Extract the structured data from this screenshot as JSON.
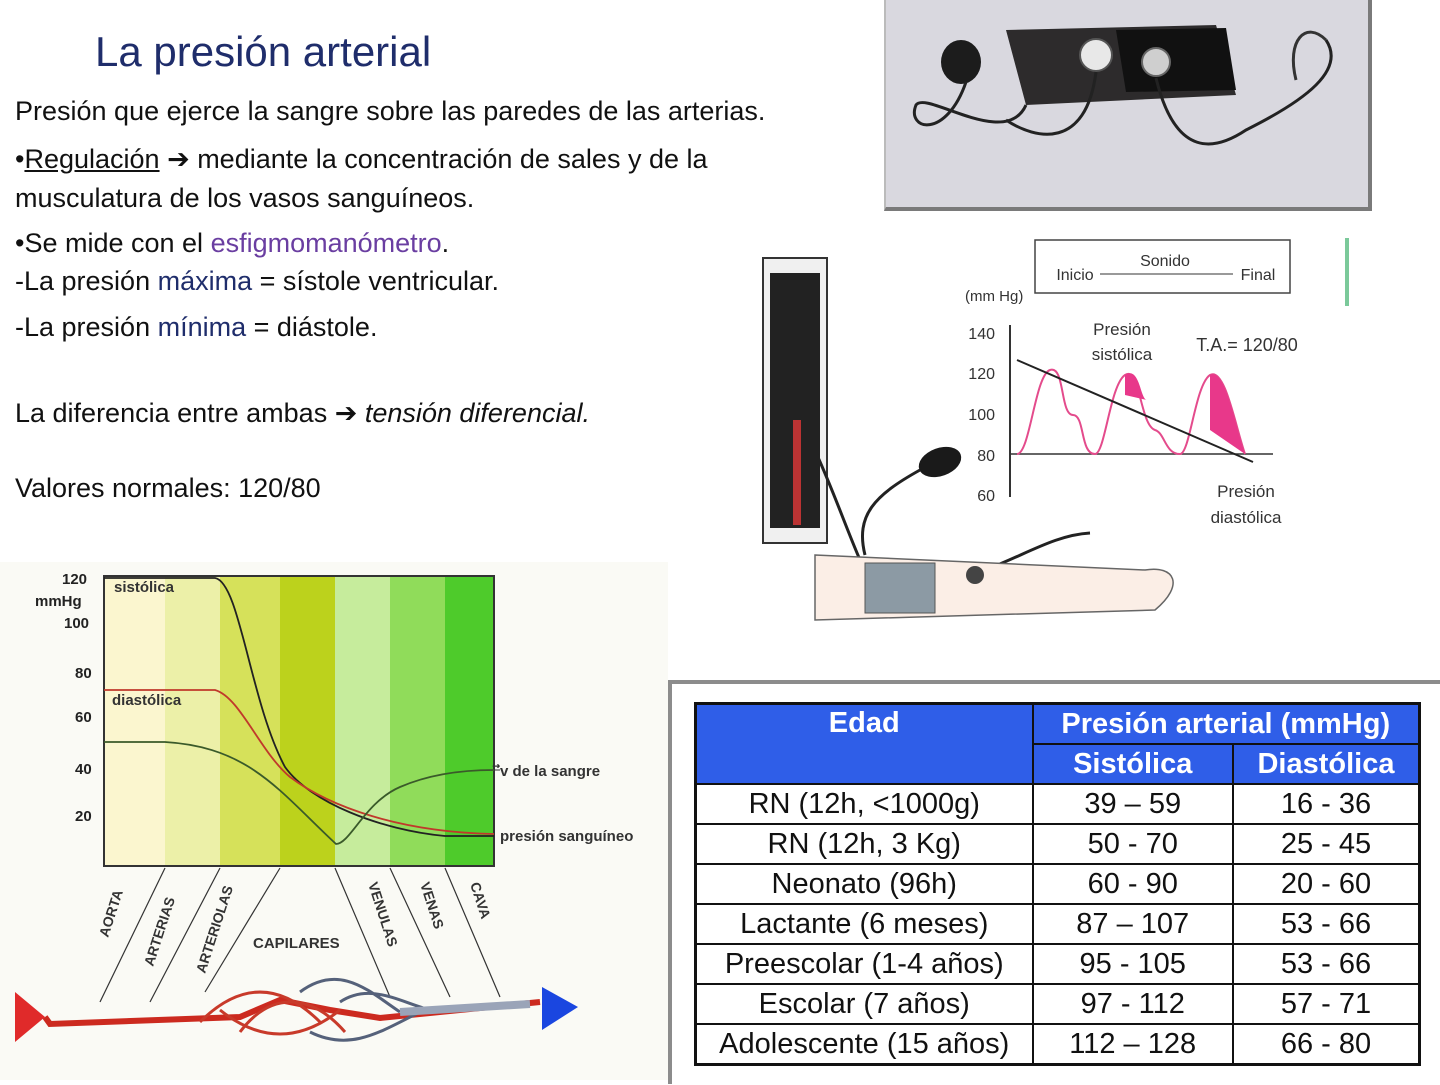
{
  "title": "La presión arterial",
  "text": {
    "definition": "Presión que ejerce la sangre sobre las paredes de las arterias.",
    "reg_bullet": "•",
    "reg_label": "Regulación",
    "arrow": "➔",
    "reg_text1": " mediante la concentración de sales y de la",
    "reg_text2": "musculatura de los vasos sanguíneos.",
    "measure_prefix": "•Se mide con el ",
    "measure_term": "esfigmomanómetro",
    "period": ".",
    "max_prefix": "-La presión ",
    "max_term": "máxima",
    "max_suffix": " = sístole ventricular.",
    "min_prefix": "-La presión ",
    "min_term": "mínima",
    "min_suffix": " = diástole.",
    "diff_prefix": "La diferencia entre ambas ",
    "diff_term": "tensión diferencial.",
    "normal": "Valores normales: 120/80"
  },
  "diagram": {
    "legend_top": "Sonido",
    "legend_start": "Inicio",
    "legend_end": "Final",
    "unit": "(mm Hg)",
    "ticks": [
      "140",
      "120",
      "100",
      "80",
      "60"
    ],
    "sys_label1": "Presión",
    "sys_label2": "sistólica",
    "ta": "T.A.= 120/80",
    "dia_label1": "Presión",
    "dia_label2": "diastólica"
  },
  "flow": {
    "top": "120",
    "unit": "mmHg",
    "ticks": [
      "100",
      "80",
      "60",
      "40",
      "20"
    ],
    "sistolica": "sistólica",
    "diastolica": "diastólica",
    "velocity": "⃗v de la sangre",
    "pressure": "presión sanguíneo",
    "vessels": [
      "AORTA",
      "ARTERIAS",
      "ARTERIOLAS",
      "CAPILARES",
      "VENULAS",
      "VENAS",
      "CAVA"
    ],
    "band_colors": [
      "#fbf6cf",
      "#ecf0a8",
      "#d6e15a",
      "#bcd21c",
      "#c6ec9c",
      "#90dc5a",
      "#4ecb2b"
    ]
  },
  "table": {
    "h_age": "Edad",
    "h_pressure": "Presión arterial (mmHg)",
    "h_sys": "Sistólica",
    "h_dia": "Diastólica",
    "rows": [
      [
        "RN (12h, <1000g)",
        "39 – 59",
        "16 - 36"
      ],
      [
        "RN (12h, 3 Kg)",
        "50 - 70",
        "25 - 45"
      ],
      [
        "Neonato (96h)",
        "60 - 90",
        "20 - 60"
      ],
      [
        "Lactante (6 meses)",
        "87 – 107",
        "53 - 66"
      ],
      [
        "Preescolar (1-4 años)",
        "95 - 105",
        "53 - 66"
      ],
      [
        "Escolar (7 años)",
        "97 - 112",
        "57 - 71"
      ],
      [
        "Adolescente (15 años)",
        "112 – 128",
        "66 - 80"
      ]
    ]
  }
}
